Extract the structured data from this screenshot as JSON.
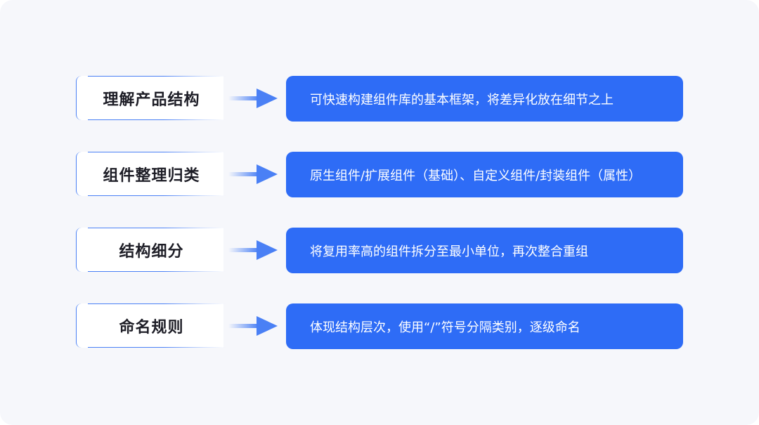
{
  "rows": [
    {
      "label": "理解产品结构",
      "description": "可快速构建组件库的基本框架，将差异化放在细节之上"
    },
    {
      "label": "组件整理归类",
      "description": "原生组件/扩展组件（基础）、自定义组件/封装组件（属性）"
    },
    {
      "label": "结构细分",
      "description": "将复用率高的组件拆分至最小单位，再次整合重组"
    },
    {
      "label": "命名规则",
      "description": "体现结构层次，使用“/”符号分隔类别，逐级命名"
    }
  ],
  "colors": {
    "accent": "#2e6cf6",
    "label_border": "#4a80f5",
    "background": "#f6f7fb",
    "label_text": "#1d1d26"
  }
}
